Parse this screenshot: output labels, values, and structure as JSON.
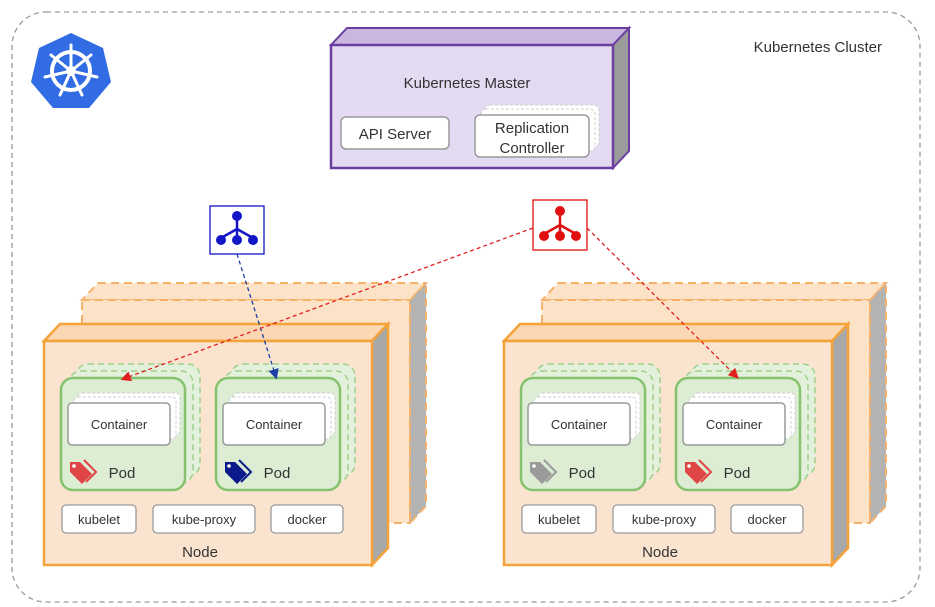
{
  "cluster": {
    "label": "Kubernetes Cluster"
  },
  "logo": {
    "icon": "helm-wheel-icon",
    "color": "#326ce5"
  },
  "master": {
    "title": "Kubernetes Master",
    "api_server": "API Server",
    "replication_controller_line1": "Replication",
    "replication_controller_line2": "Controller",
    "replication_color": "#e020e0"
  },
  "services": [
    {
      "icon": "service-icon",
      "color": "#1515c8"
    },
    {
      "icon": "service-icon",
      "color": "#e01010"
    }
  ],
  "nodes": [
    {
      "label": "Node",
      "pods": [
        {
          "container": "Container",
          "label": "Pod",
          "tag_icon": "tag-icon",
          "tag_color": "#e04545"
        },
        {
          "container": "Container",
          "label": "Pod",
          "tag_icon": "tag-icon",
          "tag_color": "#0a1a8a"
        }
      ],
      "components": [
        "kubelet",
        "kube-proxy",
        "docker"
      ]
    },
    {
      "label": "Node",
      "pods": [
        {
          "container": "Container",
          "label": "Pod",
          "tag_icon": "tag-icon",
          "tag_color": "#9a9a9a"
        },
        {
          "container": "Container",
          "label": "Pod",
          "tag_icon": "tag-icon",
          "tag_color": "#e04545"
        }
      ],
      "components": [
        "kubelet",
        "kube-proxy",
        "docker"
      ]
    }
  ]
}
